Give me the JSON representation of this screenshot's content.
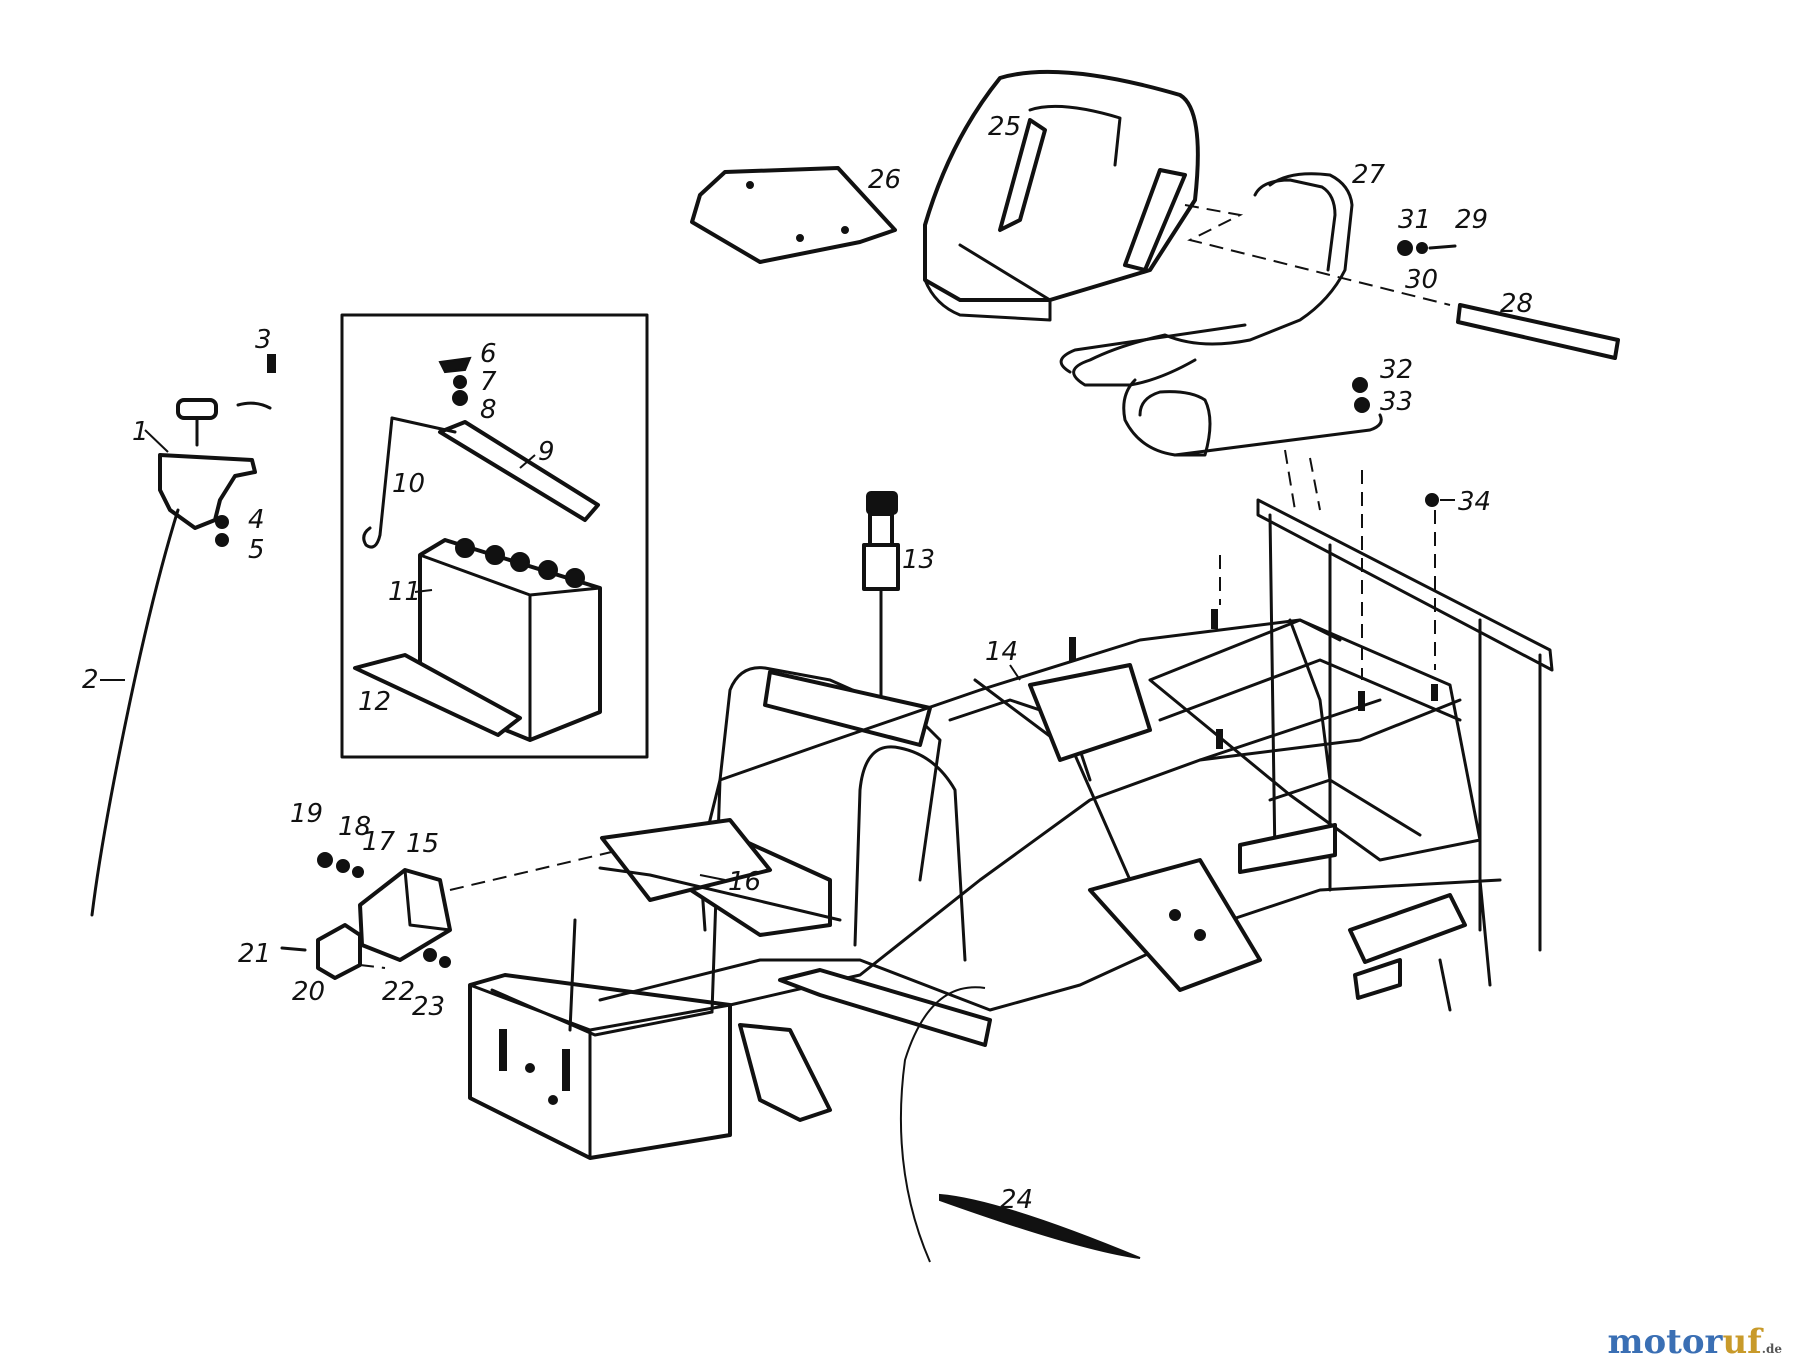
{
  "diagram": {
    "callouts": [
      "1",
      "2",
      "3",
      "4",
      "5",
      "6",
      "7",
      "8",
      "9",
      "10",
      "11",
      "12",
      "13",
      "14",
      "15",
      "16",
      "17",
      "18",
      "19",
      "20",
      "21",
      "22",
      "23",
      "24",
      "25",
      "26",
      "27",
      "28",
      "29",
      "30",
      "31",
      "32",
      "33",
      "34"
    ]
  },
  "watermark": {
    "part1": "motor",
    "part2": "uf",
    "suffix": ".de"
  }
}
